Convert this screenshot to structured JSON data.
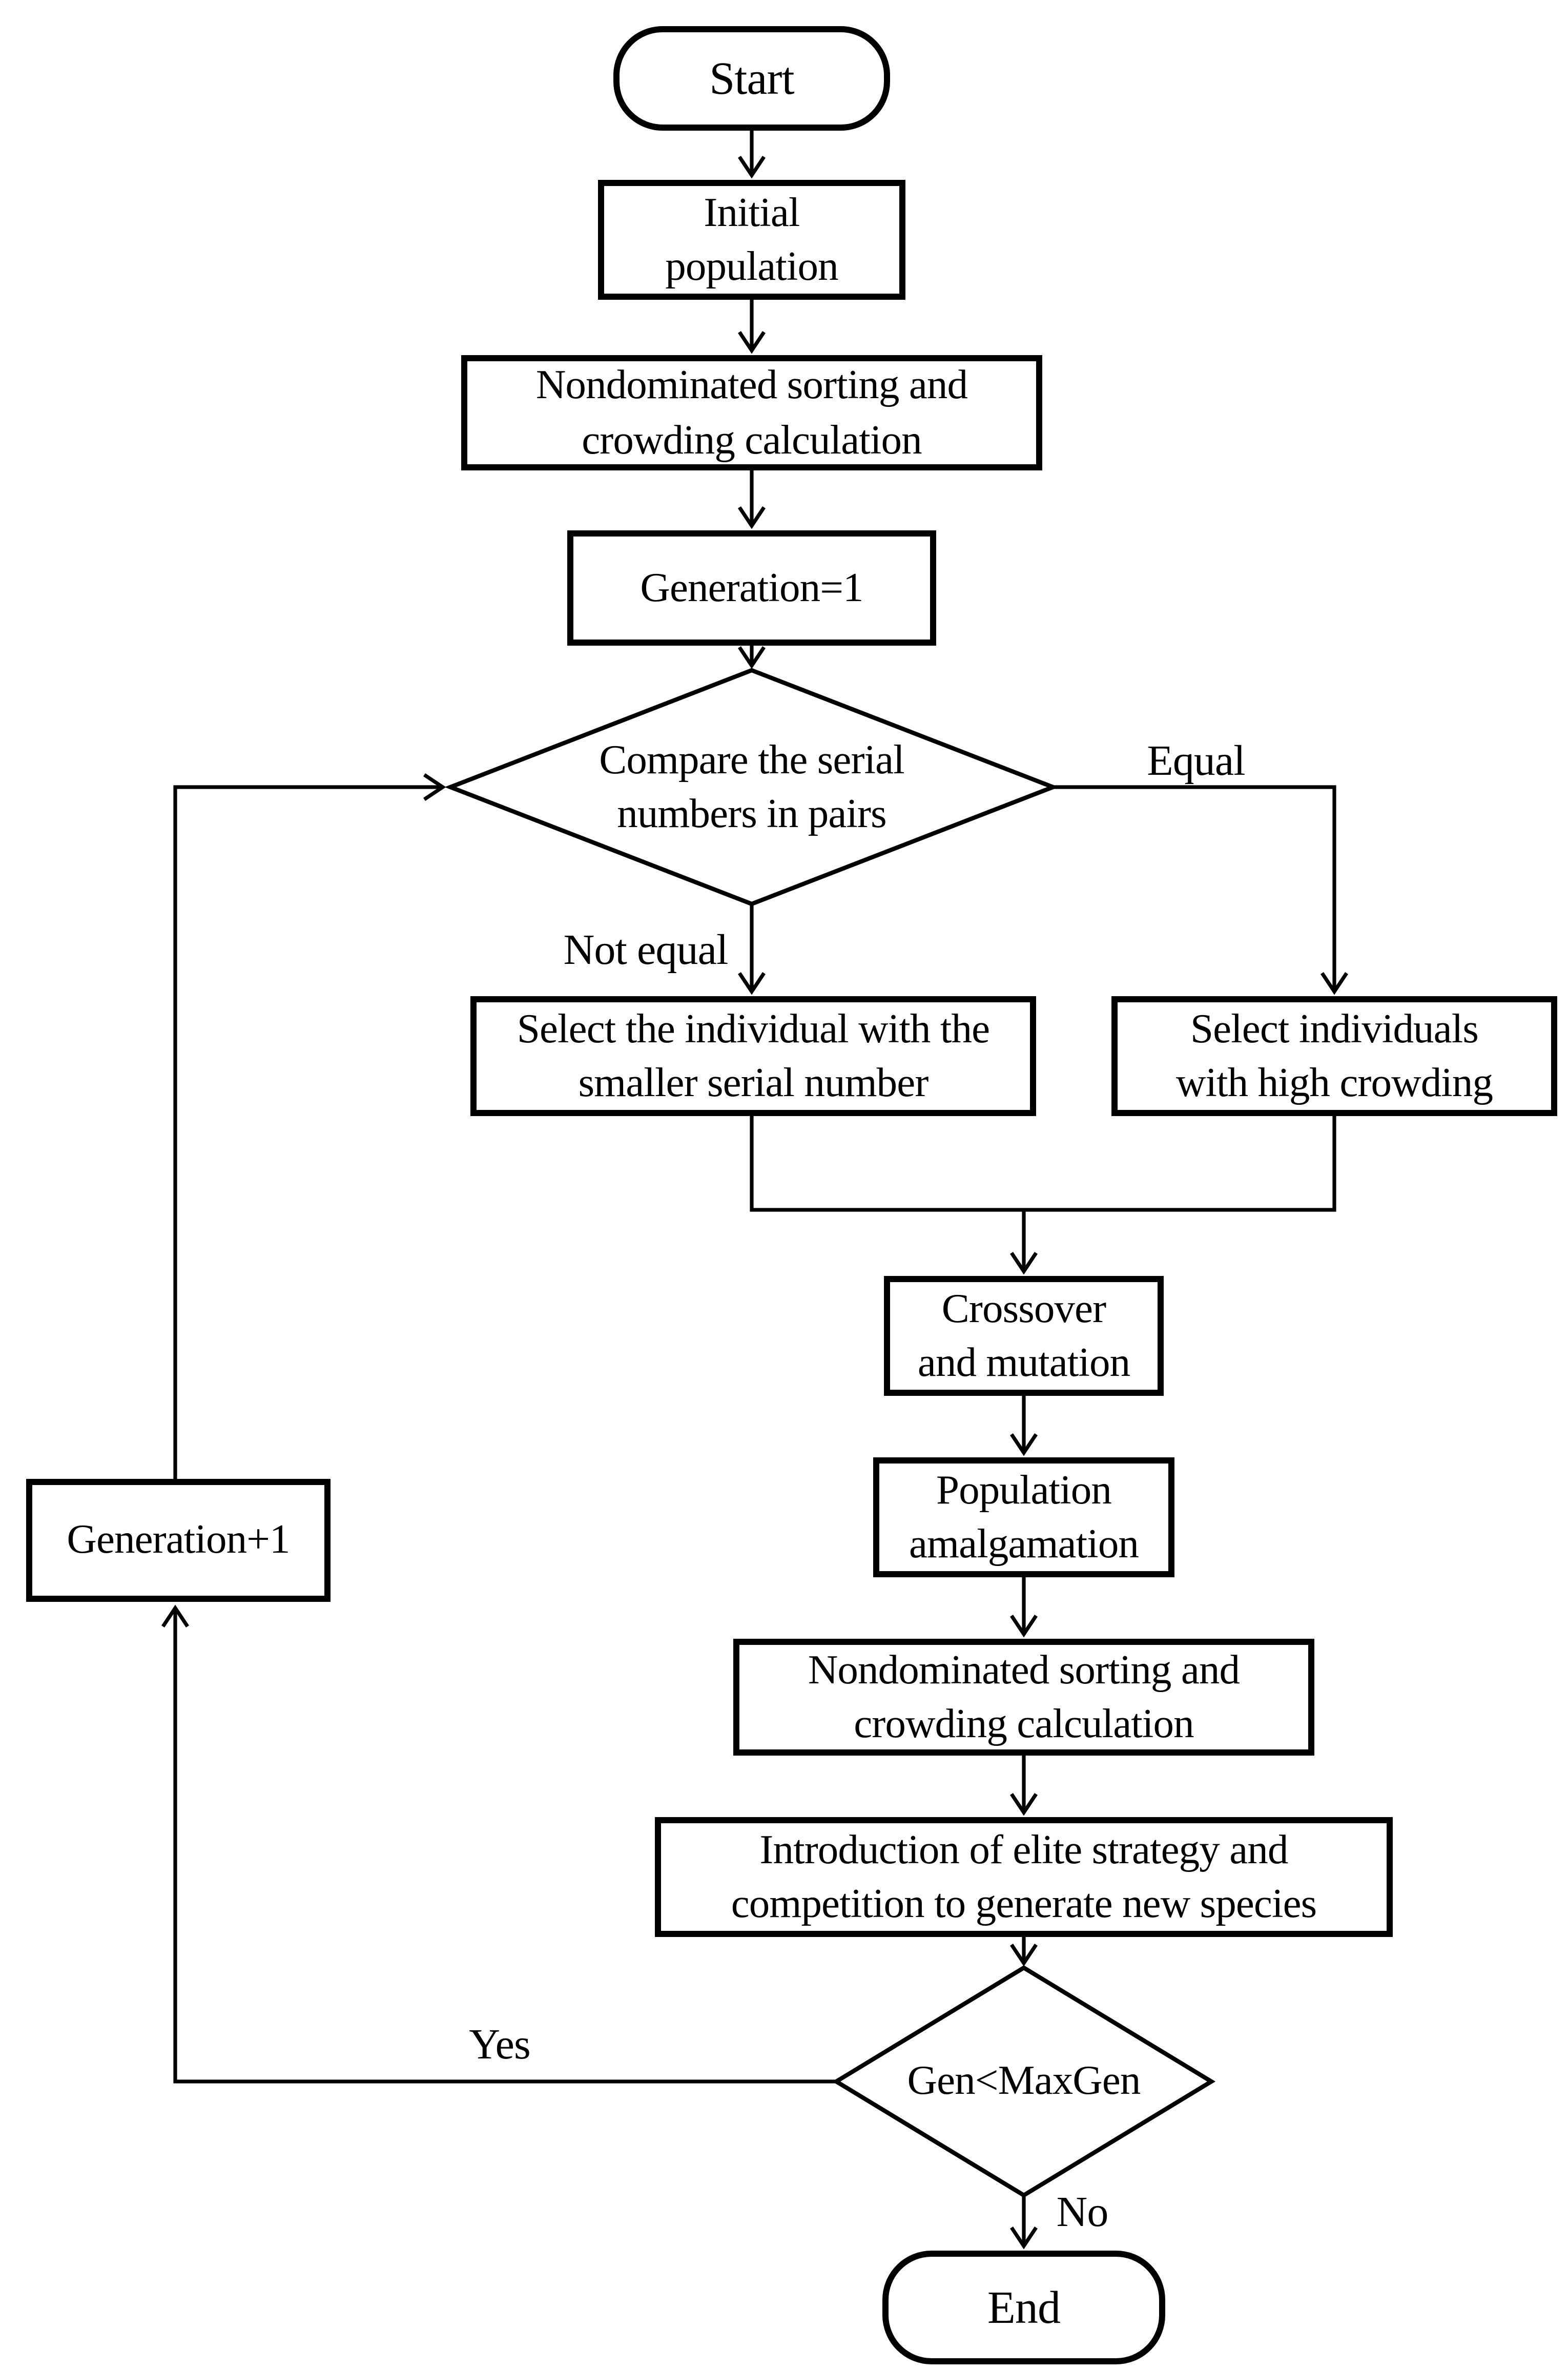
{
  "page": {
    "background_color": "#ffffff",
    "ink_color": "#000000",
    "description": "Flowchart of an NSGA-II style genetic algorithm loop"
  },
  "flowchart": {
    "nodes": {
      "start": {
        "type": "terminator",
        "label": "Start"
      },
      "initial_population": {
        "type": "process",
        "label": "Initial\npopulation"
      },
      "nondominated_sorting_1": {
        "type": "process",
        "label": "Nondominated sorting and\ncrowding calculation"
      },
      "generation_init": {
        "type": "process",
        "label": "Generation=1"
      },
      "compare_serial": {
        "type": "decision",
        "label": "Compare the serial\nnumbers in pairs"
      },
      "select_smaller": {
        "type": "process",
        "label": "Select the individual with the\nsmaller serial number"
      },
      "select_crowding": {
        "type": "process",
        "label": "Select individuals\nwith high crowding"
      },
      "crossover": {
        "type": "process",
        "label": "Crossover\nand mutation"
      },
      "population_amalgamation": {
        "type": "process",
        "label": "Population\namalgamation"
      },
      "nondominated_sorting_2": {
        "type": "process",
        "label": "Nondominated sorting and\ncrowding calculation"
      },
      "elite_strategy": {
        "type": "process",
        "label": "Introduction of elite strategy and\ncompetition to generate new species"
      },
      "gen_check": {
        "type": "decision",
        "label": "Gen<MaxGen"
      },
      "generation_increment": {
        "type": "process",
        "label": "Generation+1"
      },
      "end": {
        "type": "terminator",
        "label": "End"
      }
    },
    "edge_labels": {
      "equal": "Equal",
      "not_equal": "Not equal",
      "yes": "Yes",
      "no": "No"
    },
    "edges": [
      {
        "from": "start",
        "to": "initial_population"
      },
      {
        "from": "initial_population",
        "to": "nondominated_sorting_1"
      },
      {
        "from": "nondominated_sorting_1",
        "to": "generation_init"
      },
      {
        "from": "generation_init",
        "to": "compare_serial"
      },
      {
        "from": "compare_serial",
        "to": "select_smaller",
        "label": "Not equal"
      },
      {
        "from": "compare_serial",
        "to": "select_crowding",
        "label": "Equal"
      },
      {
        "from": "select_smaller",
        "to": "crossover"
      },
      {
        "from": "select_crowding",
        "to": "crossover"
      },
      {
        "from": "crossover",
        "to": "population_amalgamation"
      },
      {
        "from": "population_amalgamation",
        "to": "nondominated_sorting_2"
      },
      {
        "from": "nondominated_sorting_2",
        "to": "elite_strategy"
      },
      {
        "from": "elite_strategy",
        "to": "gen_check"
      },
      {
        "from": "gen_check",
        "to": "generation_increment",
        "label": "Yes"
      },
      {
        "from": "generation_increment",
        "to": "compare_serial"
      },
      {
        "from": "gen_check",
        "to": "end",
        "label": "No"
      }
    ]
  }
}
